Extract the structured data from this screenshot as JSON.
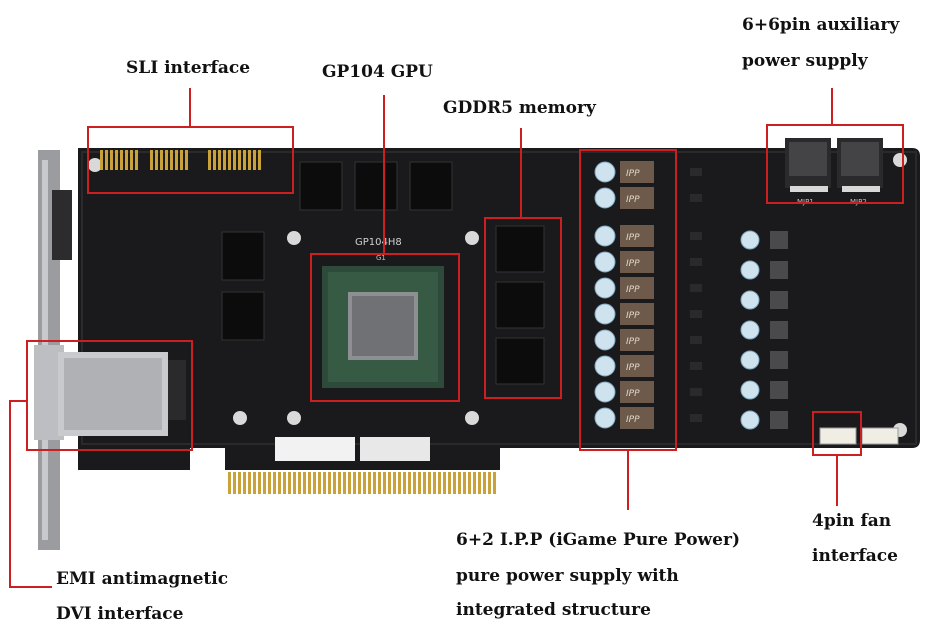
{
  "labels": {
    "sli": "SLI interface",
    "gpu": "GP104 GPU",
    "memory": "GDDR5 memory",
    "aux_line1": "6+6pin auxiliary",
    "aux_line2": "power supply",
    "fan_line1": "4pin fan",
    "fan_line2": "interface",
    "ipp_line1": "6+2 I.P.P (iGame Pure Power)",
    "ipp_line2": "pure power supply with",
    "ipp_line3": "integrated structure",
    "emi_line1": "EMI antimagnetic",
    "emi_line2": "DVI interface"
  },
  "board": {
    "chip_name": "GP104H8",
    "chip_code": "G1",
    "pcie_label_1": "MJP1",
    "pcie_label_2": "MJP2",
    "inductor_text": "IPP"
  },
  "colors": {
    "highlight": "#cc1f1f",
    "pcb": "#1a1a1c",
    "gold": "#c9a23a"
  }
}
